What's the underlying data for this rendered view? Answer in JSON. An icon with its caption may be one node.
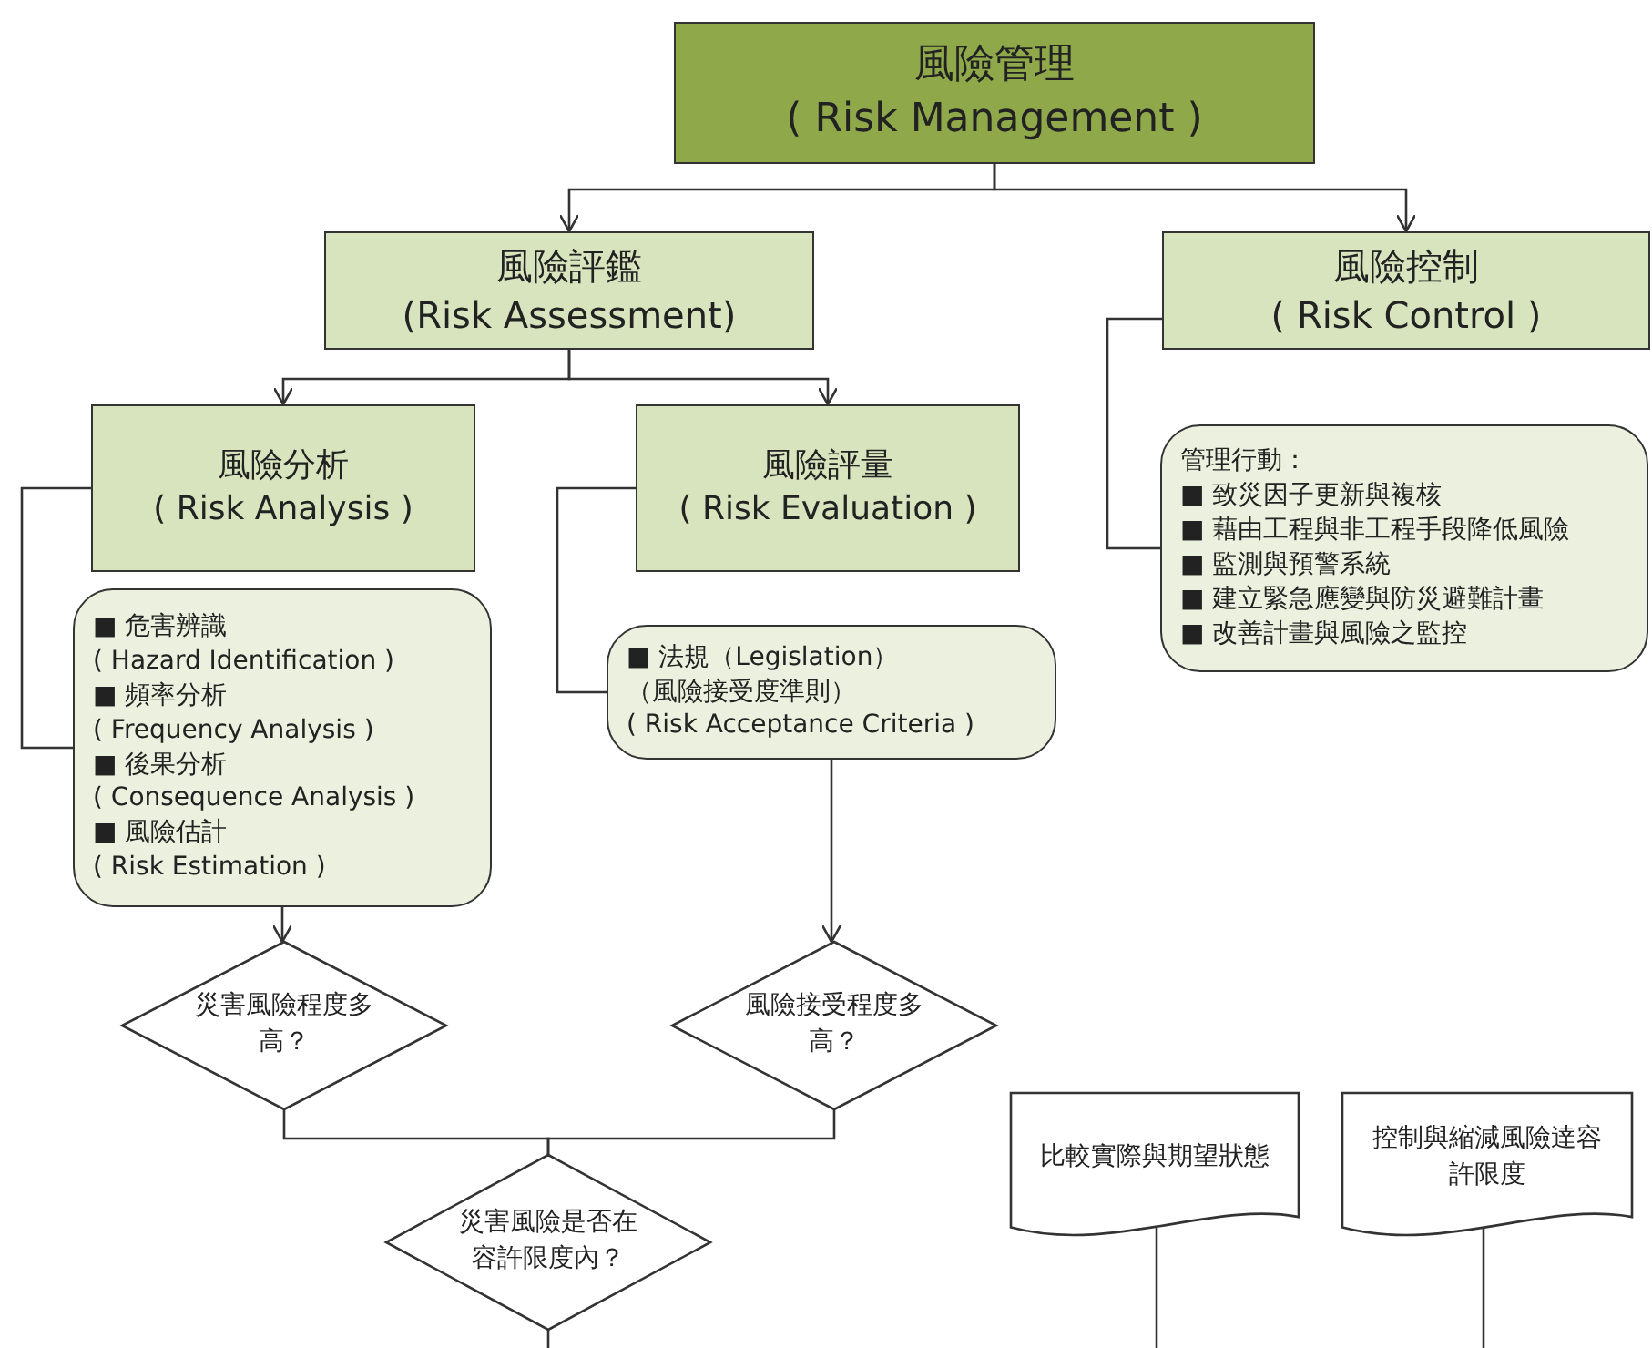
{
  "diagram": {
    "nodes": [
      {
        "text": [
          "風險管理",
          "( Risk Management )"
        ]
      },
      {
        "text": [
          "風險評鑑",
          "(Risk Assessment)"
        ]
      },
      {
        "text": [
          "風險控制",
          "( Risk Control )"
        ]
      },
      {
        "text": [
          "風險分析",
          "( Risk Analysis )"
        ]
      },
      {
        "text": [
          "風險評量",
          "( Risk Evaluation )"
        ]
      },
      {
        "text": [
          "■ 危害辨識",
          "( Hazard Identification )",
          "■ 頻率分析",
          "( Frequency Analysis )",
          "■ 後果分析",
          "( Consequence Analysis )",
          "■ 風險估計",
          "( Risk Estimation )"
        ]
      },
      {
        "text": [
          "■ 法規（Legislation）",
          "（風險接受度準則）",
          "( Risk Acceptance Criteria )"
        ]
      },
      {
        "text": [
          "管理行動：",
          "■ 致災因子更新與複核",
          "■ 藉由工程與非工程手段降低風險",
          "■ 監測與預警系統",
          "■ 建立緊急應變與防災避難計畫",
          "■ 改善計畫與風險之監控"
        ]
      },
      {
        "text": [
          "災害風險程度多高？"
        ]
      },
      {
        "text": [
          "風險接受程度多高？"
        ]
      },
      {
        "text": [
          "災害風險是否在容許限度內？"
        ]
      },
      {
        "text": [
          "比較實際與期望狀態"
        ]
      },
      {
        "text": [
          "控制與縮減風險達容許限度"
        ]
      }
    ],
    "edges": [
      {
        "from": 0,
        "to": 1,
        "arrow": "to"
      },
      {
        "from": 0,
        "to": 2,
        "arrow": "to"
      },
      {
        "from": 1,
        "to": 3,
        "arrow": "to"
      },
      {
        "from": 1,
        "to": 4,
        "arrow": "to"
      },
      {
        "from": 3,
        "to": 5,
        "arrow": "none"
      },
      {
        "from": 4,
        "to": 6,
        "arrow": "none"
      },
      {
        "from": 2,
        "to": 7,
        "arrow": "none"
      },
      {
        "from": 5,
        "to": 8,
        "arrow": "to"
      },
      {
        "from": 6,
        "to": 9,
        "arrow": "to"
      },
      {
        "from": 8,
        "to": 10,
        "arrow": "none"
      },
      {
        "from": 9,
        "to": 10,
        "arrow": "none"
      },
      {
        "from": 10,
        "to": null,
        "arrow": "none"
      },
      {
        "from": 11,
        "to": null,
        "arrow": "none"
      },
      {
        "from": 12,
        "to": null,
        "arrow": "none"
      }
    ]
  }
}
